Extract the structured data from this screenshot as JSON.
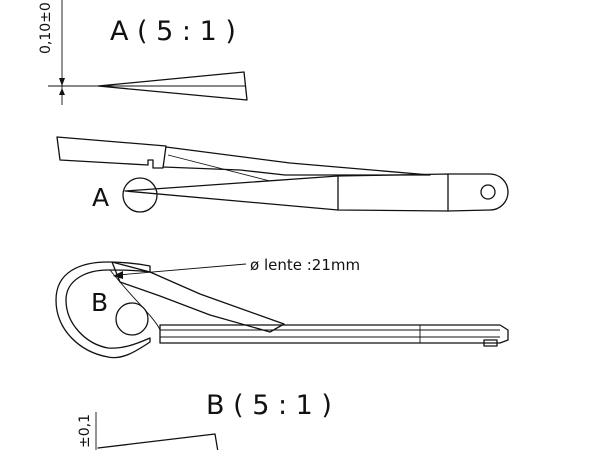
{
  "detail_a": {
    "title": "A ( 5 : 1 )",
    "tolerance": "0,10±0"
  },
  "side_view": {
    "callout": "A"
  },
  "top_view": {
    "callout": "B",
    "lens_note": "ø lente :21mm"
  },
  "detail_b": {
    "title": "B ( 5 : 1 )",
    "tolerance": "±0,1"
  }
}
